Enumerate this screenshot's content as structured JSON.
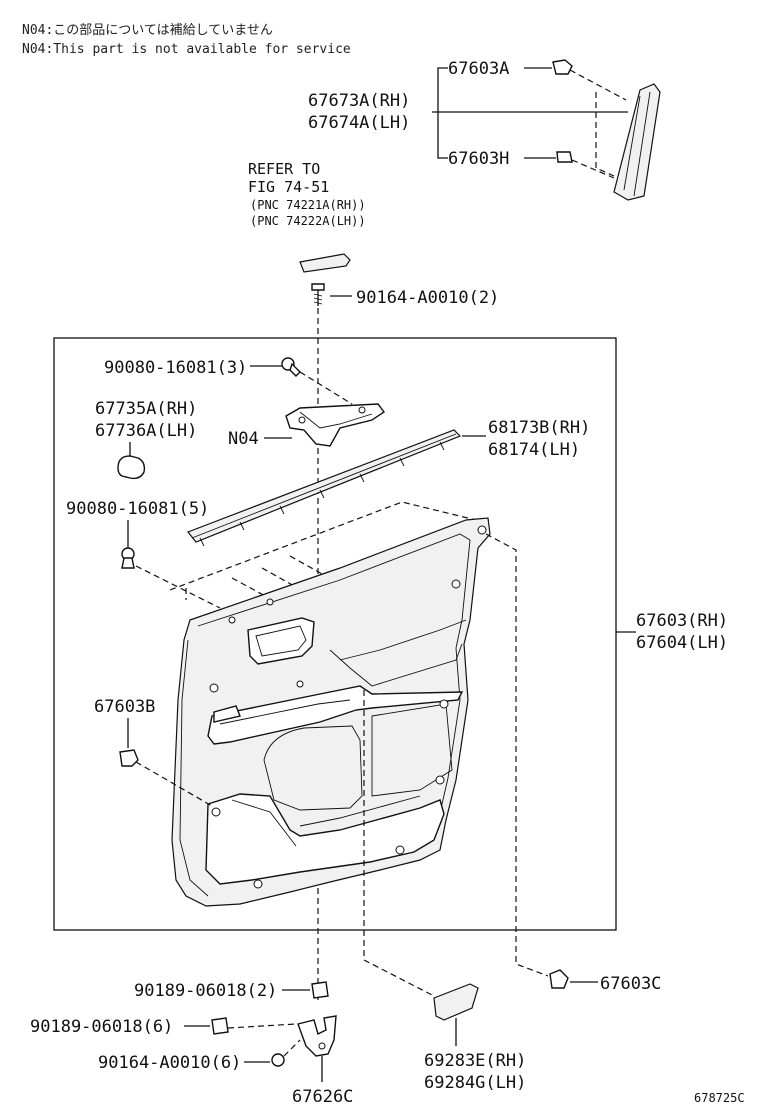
{
  "notes": {
    "line_jp": "N04:この部品については補給していません",
    "line_en": "N04:This part is not available for service"
  },
  "refer": {
    "line1": "REFER TO",
    "line2": "FIG 74-51",
    "line3": "(PNC 74221A(RH))",
    "line4": "(PNC 74222A(LH))"
  },
  "labels": {
    "p67603A": "67603A",
    "p67673A": "67673A(RH)",
    "p67674A": "67674A(LH)",
    "p67603H": "67603H",
    "p90164_top": "90164-A0010(2)",
    "p90080_3": "90080-16081(3)",
    "p67735A": "67735A(RH)",
    "p67736A": "67736A(LH)",
    "n04": "N04",
    "p68173B": "68173B(RH)",
    "p68174": "68174(LH)",
    "p90080_5": "90080-16081(5)",
    "p67603": "67603(RH)",
    "p67604": "67604(LH)",
    "p67603B": "67603B",
    "p67603C": "67603C",
    "p90189_2": "90189-06018(2)",
    "p90189_6": "90189-06018(6)",
    "p90164_6": "90164-A0010(6)",
    "p69283E": "69283E(RH)",
    "p69284G": "69284G(LH)",
    "p67626C": "67626C"
  },
  "figure_id": "678725C"
}
